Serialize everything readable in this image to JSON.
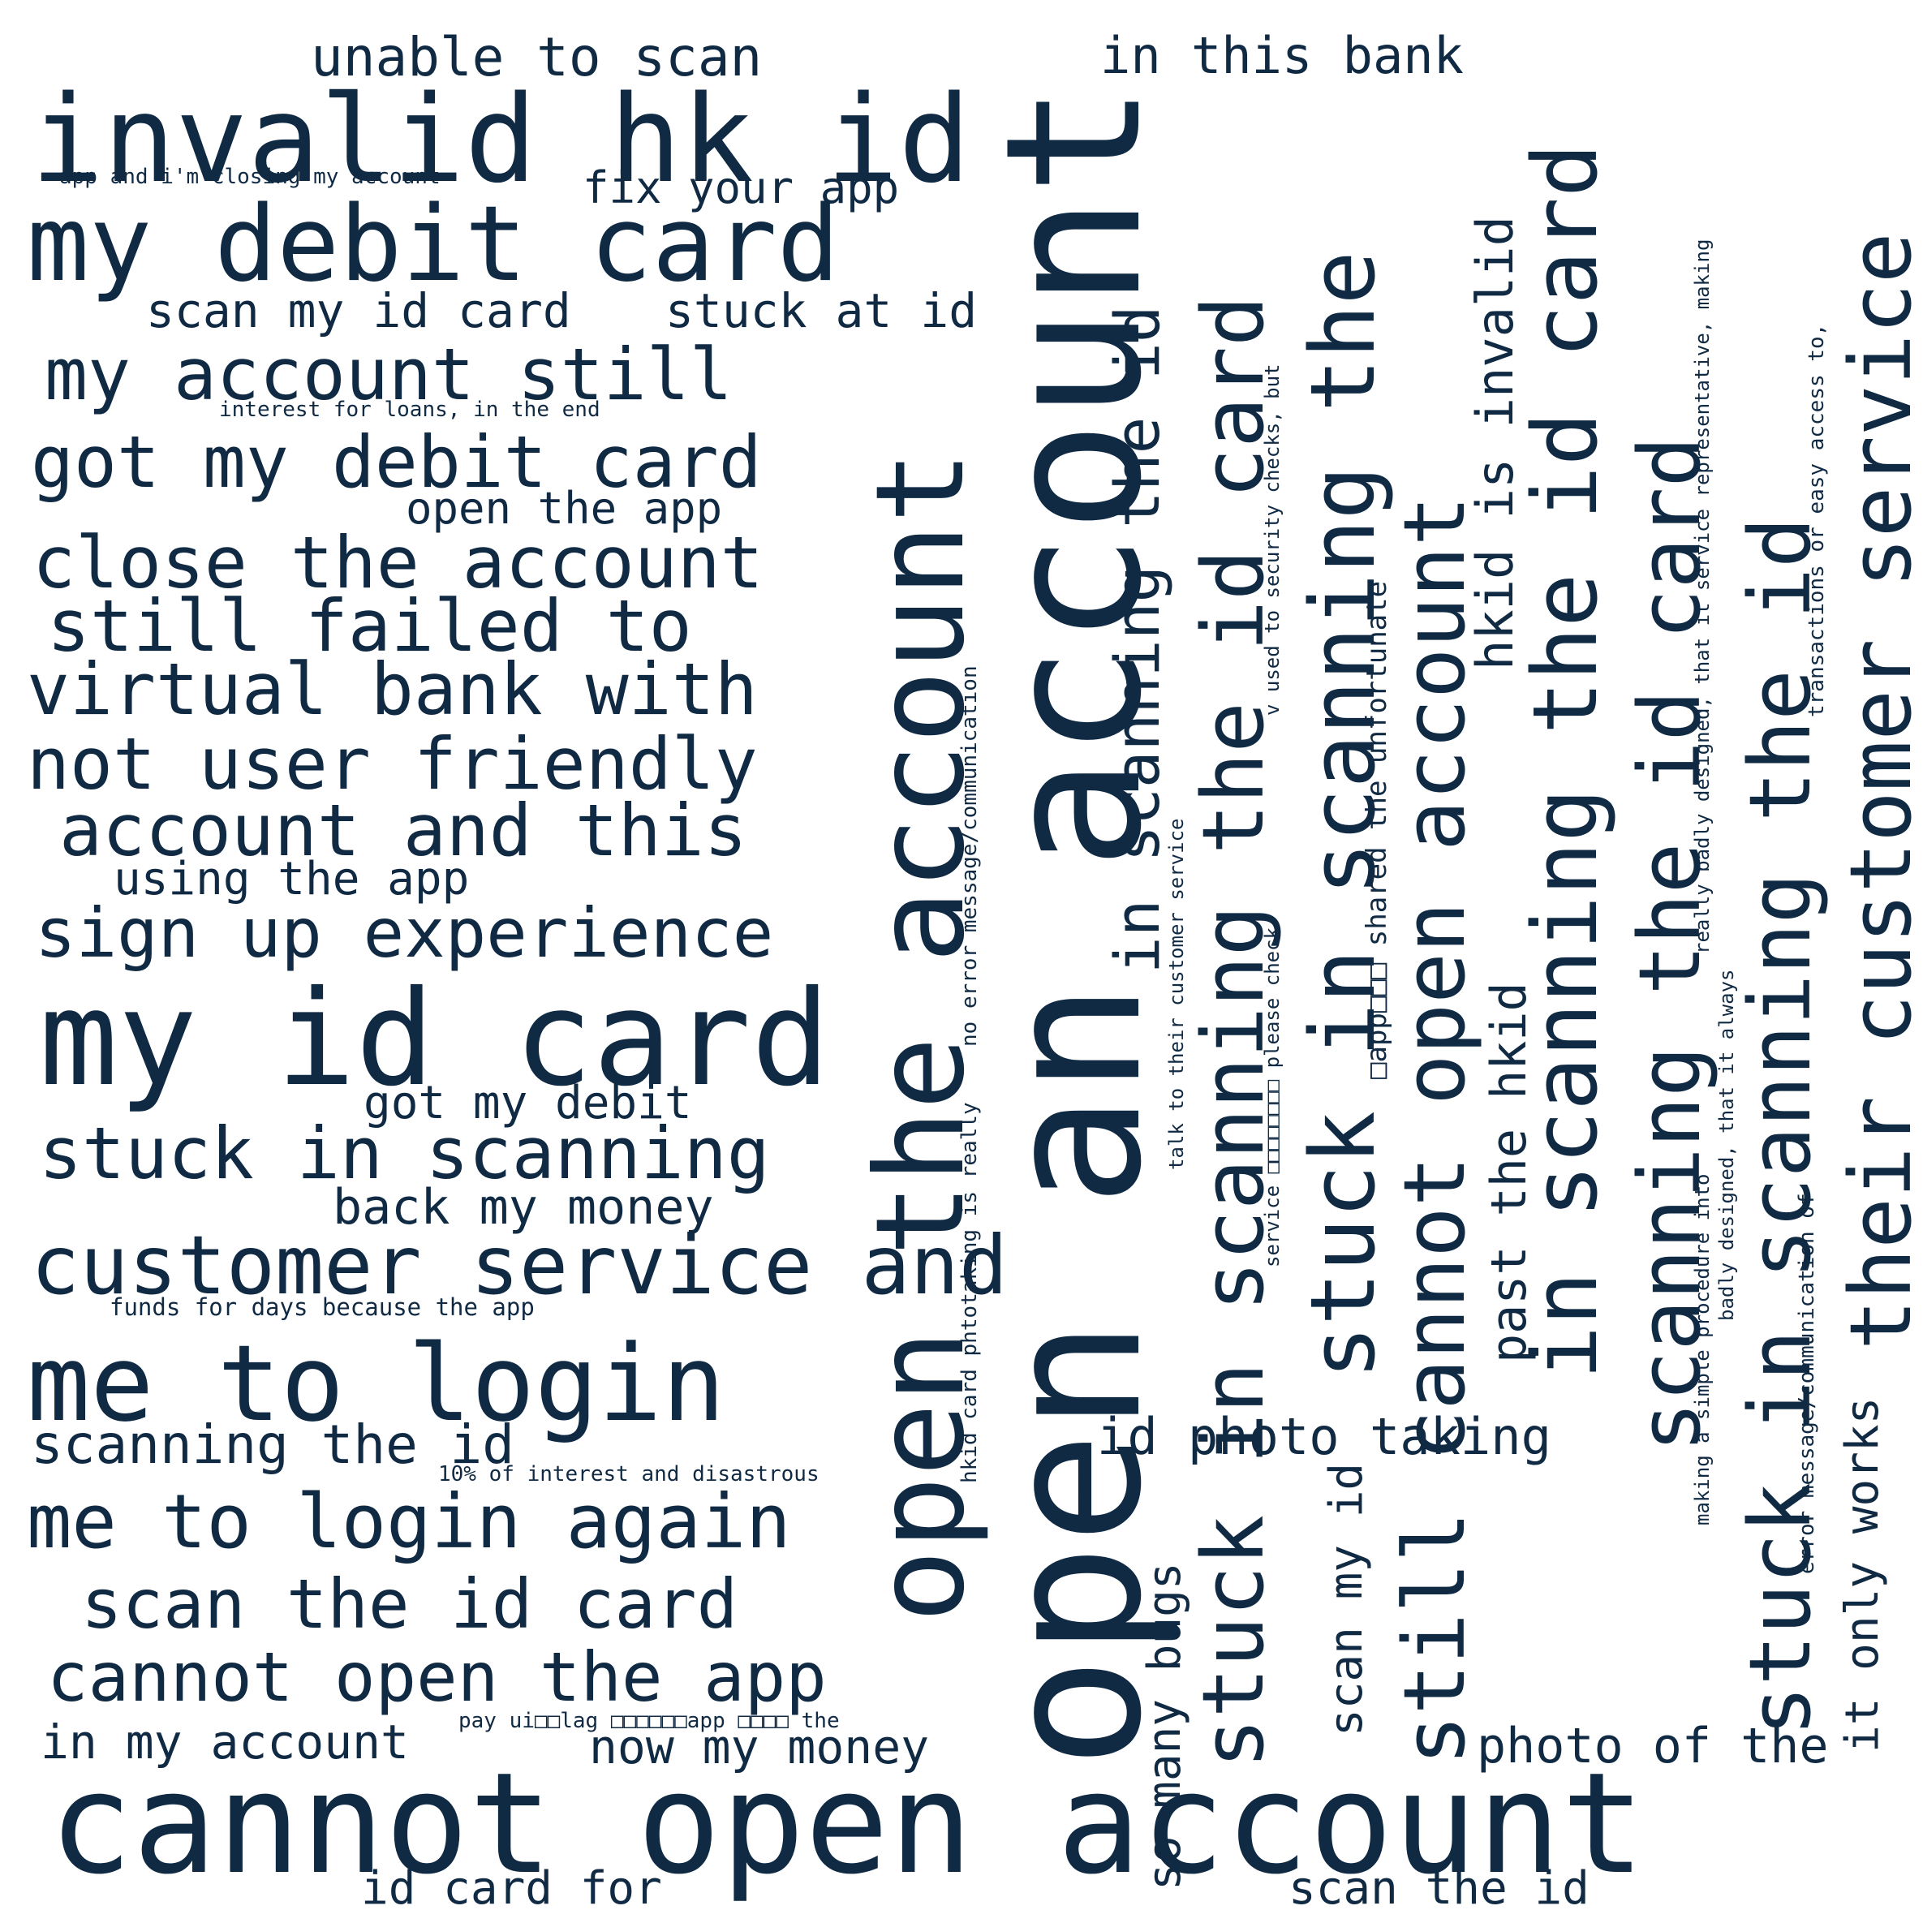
{
  "colors": {
    "text": "#102a44",
    "background": "#ffffff"
  },
  "phrases": [
    {
      "text": "unable to scan",
      "rotated": false
    },
    {
      "text": "in this bank",
      "rotated": false
    },
    {
      "text": "invalid hk id",
      "rotated": false
    },
    {
      "text": "app and i'm closing my account",
      "rotated": false
    },
    {
      "text": "fix your app",
      "rotated": false
    },
    {
      "text": "my debit card",
      "rotated": false
    },
    {
      "text": "scan my id card",
      "rotated": false
    },
    {
      "text": "stuck at id",
      "rotated": false
    },
    {
      "text": "my account still",
      "rotated": false
    },
    {
      "text": "interest for loans, in the end",
      "rotated": false
    },
    {
      "text": "got my debit card",
      "rotated": false
    },
    {
      "text": "open the app",
      "rotated": false
    },
    {
      "text": "close the account",
      "rotated": false
    },
    {
      "text": "still failed to",
      "rotated": false
    },
    {
      "text": "virtual bank with",
      "rotated": false
    },
    {
      "text": "not user friendly",
      "rotated": false
    },
    {
      "text": "account and this",
      "rotated": false
    },
    {
      "text": "using the app",
      "rotated": false
    },
    {
      "text": "sign up experience",
      "rotated": false
    },
    {
      "text": "my id card",
      "rotated": false
    },
    {
      "text": "got my debit",
      "rotated": false
    },
    {
      "text": "stuck in scanning",
      "rotated": false
    },
    {
      "text": "back my money",
      "rotated": false
    },
    {
      "text": "customer service and",
      "rotated": false
    },
    {
      "text": "funds for days because the app",
      "rotated": false
    },
    {
      "text": "me to login",
      "rotated": false
    },
    {
      "text": "scanning the id",
      "rotated": false
    },
    {
      "text": "10% of interest and disastrous",
      "rotated": false
    },
    {
      "text": "me to login again",
      "rotated": false
    },
    {
      "text": "scan the id card",
      "rotated": false
    },
    {
      "text": "cannot open the app",
      "rotated": false
    },
    {
      "text": "pay ui□□lag □□□□□□app □□□□ the",
      "rotated": false
    },
    {
      "text": "in my account",
      "rotated": false
    },
    {
      "text": "now my money",
      "rotated": false
    },
    {
      "text": "cannot open account",
      "rotated": false
    },
    {
      "text": "id card for",
      "rotated": false
    },
    {
      "text": "scan the id",
      "rotated": false
    },
    {
      "text": "id photo taking",
      "rotated": false
    },
    {
      "text": "photo of the",
      "rotated": false
    },
    {
      "text": "open the account",
      "rotated": true
    },
    {
      "text": "open an account",
      "rotated": true
    },
    {
      "text": "hkid card phtotaking is really",
      "rotated": true
    },
    {
      "text": "no error message/communication",
      "rotated": true
    },
    {
      "text": "in scanning the id",
      "rotated": true
    },
    {
      "text": "talk to their customer service",
      "rotated": true
    },
    {
      "text": "stuck in scanning the id card",
      "rotated": true
    },
    {
      "text": "so many bugs",
      "rotated": true
    },
    {
      "text": "service □□□□□□□□ please check",
      "rotated": true
    },
    {
      "text": "v used to security checks, but",
      "rotated": true
    },
    {
      "text": "stuck in scanning the",
      "rotated": true
    },
    {
      "text": "scan my id",
      "rotated": true
    },
    {
      "text": "□app□□□ shared the unfortunate",
      "rotated": true
    },
    {
      "text": "still cannot open account",
      "rotated": true
    },
    {
      "text": "past the hkid",
      "rotated": true
    },
    {
      "text": "hkid is invalid",
      "rotated": true
    },
    {
      "text": "in scanning the id card",
      "rotated": true
    },
    {
      "text": "scanning the id card",
      "rotated": true
    },
    {
      "text": "making a simple procedure into",
      "rotated": true
    },
    {
      "text": "badly designed, that it always",
      "rotated": true
    },
    {
      "text": "really badly designed, that it service representative, making",
      "rotated": true
    },
    {
      "text": "stuck in scanning the id",
      "rotated": true
    },
    {
      "text": "error message/communication of",
      "rotated": true
    },
    {
      "text": "transactions or easy access to,",
      "rotated": true
    },
    {
      "text": "it only works",
      "rotated": true
    },
    {
      "text": "their customer service",
      "rotated": true
    }
  ]
}
